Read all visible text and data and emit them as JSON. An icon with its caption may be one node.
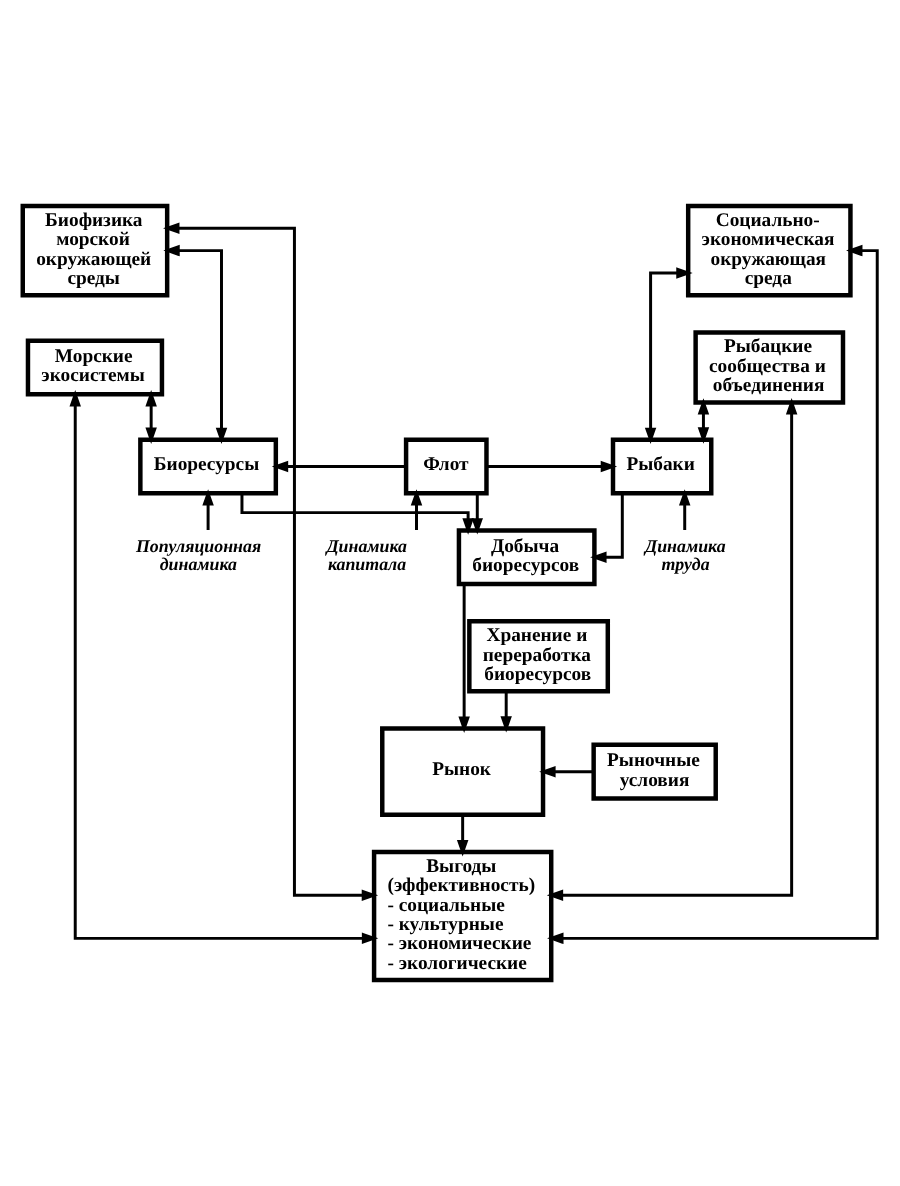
{
  "diagram": {
    "nodes": [
      {
        "text": [
          "Биофизика морской окружающей среды"
        ]
      },
      {
        "text": [
          "Социально-экономическая окружающая среда"
        ]
      },
      {
        "text": [
          "Морские экосистемы"
        ]
      },
      {
        "text": [
          "Рыбацкие сообщества и объединения"
        ]
      },
      {
        "text": [
          "Биоресурсы"
        ]
      },
      {
        "text": [
          "Флот"
        ]
      },
      {
        "text": [
          "Рыбаки"
        ]
      },
      {
        "text": [
          "Популяционная динамика"
        ]
      },
      {
        "text": [
          "Динамика капитала"
        ]
      },
      {
        "text": [
          "Динамика труда"
        ]
      },
      {
        "text": [
          "Добыча биоресурсов"
        ]
      },
      {
        "text": [
          "Хранение и переработка биоресурсов"
        ]
      },
      {
        "text": [
          "Рынок"
        ]
      },
      {
        "text": [
          "Рыночные условия"
        ]
      },
      {
        "text": [
          "Выгоды (эффективность)",
          "- социальные",
          "- культурные",
          "- экономические",
          "- экологические"
        ]
      }
    ],
    "edges": [
      {
        "from": 0,
        "to": 4,
        "arrow": "both"
      },
      {
        "from": 2,
        "to": 4,
        "arrow": "both"
      },
      {
        "from": 1,
        "to": 6,
        "arrow": "both"
      },
      {
        "from": 3,
        "to": 6,
        "arrow": "both"
      },
      {
        "from": 0,
        "to": 14,
        "arrow": "both"
      },
      {
        "from": 2,
        "to": 14,
        "arrow": "both"
      },
      {
        "from": 1,
        "to": 14,
        "arrow": "both"
      },
      {
        "from": 3,
        "to": 14,
        "arrow": "both"
      },
      {
        "from": 5,
        "to": 4,
        "arrow": "to"
      },
      {
        "from": 5,
        "to": 6,
        "arrow": "to"
      },
      {
        "from": 7,
        "to": 4,
        "arrow": "to"
      },
      {
        "from": 8,
        "to": 5,
        "arrow": "to"
      },
      {
        "from": 9,
        "to": 6,
        "arrow": "to"
      },
      {
        "from": 4,
        "to": 10,
        "arrow": "to"
      },
      {
        "from": 5,
        "to": 10,
        "arrow": "to"
      },
      {
        "from": 6,
        "to": 10,
        "arrow": "to"
      },
      {
        "from": 10,
        "to": 12,
        "arrow": "to"
      },
      {
        "from": 11,
        "to": 12,
        "arrow": "to"
      },
      {
        "from": 13,
        "to": 12,
        "arrow": "to"
      },
      {
        "from": 12,
        "to": 14,
        "arrow": "to"
      }
    ]
  }
}
